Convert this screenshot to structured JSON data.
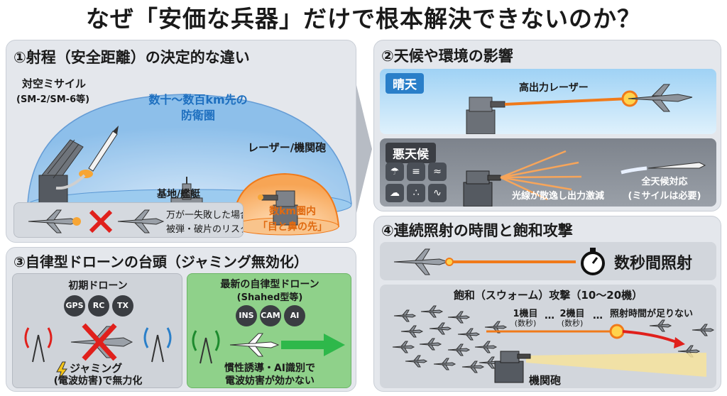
{
  "title": "なぜ「安価な兵器」だけで根本解決できないのか？",
  "panel1": {
    "title": "①射程（安全距離）の決定的な違い",
    "missile_label_line1": "対空ミサイル",
    "missile_label_line2": "(SM-2/SM-6等)",
    "range_line1": "数十〜数百km先の",
    "range_line2": "防衛圏",
    "base_label": "基地/艦艇",
    "laser_label": "レーザー/機関砲",
    "short_range_line1": "数km圏内",
    "short_range_line2": "「目と鼻の先」",
    "risk_line1": "万が一失敗した場合、",
    "risk_line2": "被弾・破片のリスク"
  },
  "panel2": {
    "title": "②天候や環境の影響",
    "clear_tag": "晴天",
    "laser_label": "高出力レーザー",
    "bad_tag": "悪天候",
    "scatter_label": "光線が散逸し出力激減",
    "all_weather_line1": "全天候対応",
    "all_weather_line2": "(ミサイルは必要)"
  },
  "panel3": {
    "title": "③自律型ドローンの台頭（ジャミング無効化）",
    "early_title": "初期ドローン",
    "icons_early": [
      "GPS",
      "RC",
      "TX"
    ],
    "jamming_line1": "ジャミング",
    "jamming_line2": "(電波妨害)で無力化",
    "new_title_line1": "最新の自律型ドローン",
    "new_title_line2": "(Shahed型等)",
    "icons_new": [
      "INS",
      "CAM",
      "AI"
    ],
    "immune_line1": "慣性誘導・AI識別で",
    "immune_line2": "電波妨害が効かない"
  },
  "panel4": {
    "title": "④連続照射の時間と飽和攻撃",
    "seconds_label": "数秒間照射",
    "swarm_title": "飽和（スウォーム）攻撃（10〜20機）",
    "first_line1": "1機目",
    "first_line2": "(数秒)",
    "second_line1": "2機目",
    "second_line2": "(数秒)",
    "dots": "…",
    "insufficient": "照射時間が足りない",
    "gun_label": "機関砲"
  },
  "colors": {
    "panel_bg": "#e4e7ec",
    "sky_blue": "#2a7fc9",
    "laser_orange": "#f07a1a",
    "cross_red": "#e0201c",
    "green_panel": "#8fd18a",
    "dark_tag": "#3b3e44"
  }
}
